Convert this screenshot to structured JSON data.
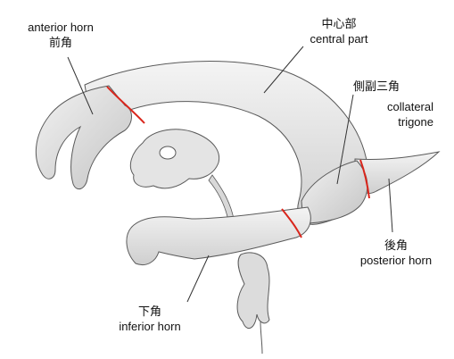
{
  "labels": {
    "anterior_horn": {
      "en": "anterior horn",
      "ja": "前角"
    },
    "central_part": {
      "ja": "中心部",
      "en": "central part"
    },
    "collateral_trigone": {
      "ja": "側副三角",
      "en_line1": "collateral",
      "en_line2": "trigone"
    },
    "posterior_horn": {
      "ja": "後角",
      "en": "posterior horn"
    },
    "inferior_horn": {
      "ja": "下角",
      "en": "inferior horn"
    }
  },
  "colors": {
    "ventricle_fill": "#e9e9e9",
    "ventricle_shade": "#bdbdbd",
    "outline": "#5a5a5a",
    "boundary_lines": "#d9261c",
    "leader_lines": "#333333"
  }
}
